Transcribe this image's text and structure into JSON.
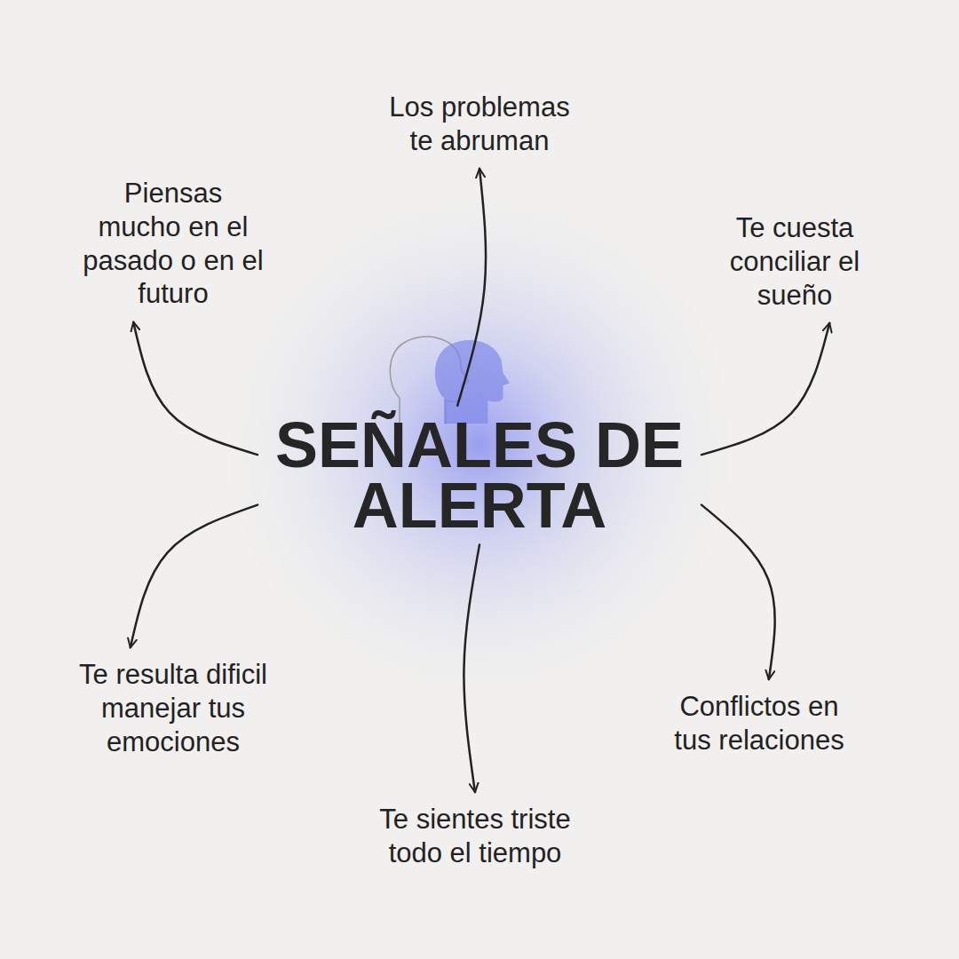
{
  "diagram": {
    "nodes": [
      {
        "text": [
          "SEÑALES DE ALERTA"
        ]
      },
      {
        "text": [
          "Los problemas te abruman"
        ]
      },
      {
        "text": [
          "Piensas mucho en el pasado o en el futuro"
        ]
      },
      {
        "text": [
          "Te cuesta conciliar el sueño"
        ]
      },
      {
        "text": [
          "Te resulta dificil manejar tus emociones"
        ]
      },
      {
        "text": [
          "Conflictos en tus relaciones"
        ]
      },
      {
        "text": [
          "Te sientes triste todo el tiempo"
        ]
      }
    ],
    "edges": [
      {
        "from": 0,
        "to": 1,
        "arrow": "to"
      },
      {
        "from": 0,
        "to": 2,
        "arrow": "to"
      },
      {
        "from": 0,
        "to": 3,
        "arrow": "to"
      },
      {
        "from": 0,
        "to": 4,
        "arrow": "to"
      },
      {
        "from": 0,
        "to": 5,
        "arrow": "to"
      },
      {
        "from": 0,
        "to": 6,
        "arrow": "to"
      }
    ]
  }
}
